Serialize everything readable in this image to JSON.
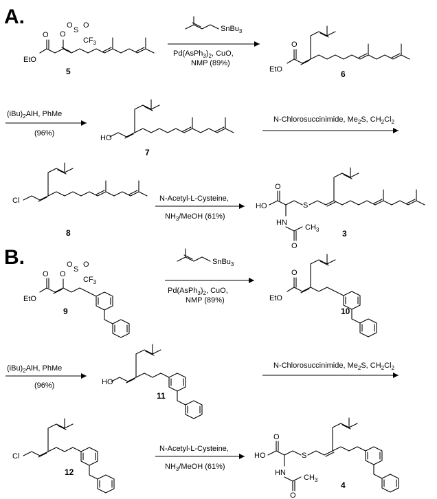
{
  "panels": {
    "a": "A.",
    "b": "B."
  },
  "compounds": {
    "c5": "5",
    "c6": "6",
    "c7": "7",
    "c8": "8",
    "c3": "3",
    "c9": "9",
    "c10": "10",
    "c11": "11",
    "c12": "12",
    "c4": "4"
  },
  "atoms": {
    "eto": "EtO",
    "o": "O",
    "so2o": "O",
    "s": "S",
    "cf3": "CF",
    "cf3_sub": "3",
    "ho": "HO",
    "cl": "Cl",
    "sulfide": "S",
    "hn": "HN",
    "ch3": "CH",
    "ch3_sub": "3",
    "snbu3": "SnBu",
    "snbu3_sub": "3"
  },
  "conditions": {
    "stille_line1": "Pd(AsPh",
    "stille_sub1": "3",
    "stille_paren": ")",
    "stille_sub2": "2",
    "stille_rest": ", CuO,",
    "stille_line2": "NMP (89%)",
    "dibal_pre": "(iBu)",
    "dibal_sub": "2",
    "dibal_post": "AlH, PhMe",
    "dibal_yield": "(96%)",
    "ncs_pre": "N-Chlorosuccinimide, Me",
    "ncs_sub1": "2",
    "ncs_mid": "S, CH",
    "ncs_sub2": "2",
    "ncs_cl": "Cl",
    "ncs_sub3": "2",
    "cys_line1": "N-Acetyl-L-Cysteine,",
    "cys_pre": "NH",
    "cys_sub": "3",
    "cys_post": "/MeOH (61%)"
  }
}
